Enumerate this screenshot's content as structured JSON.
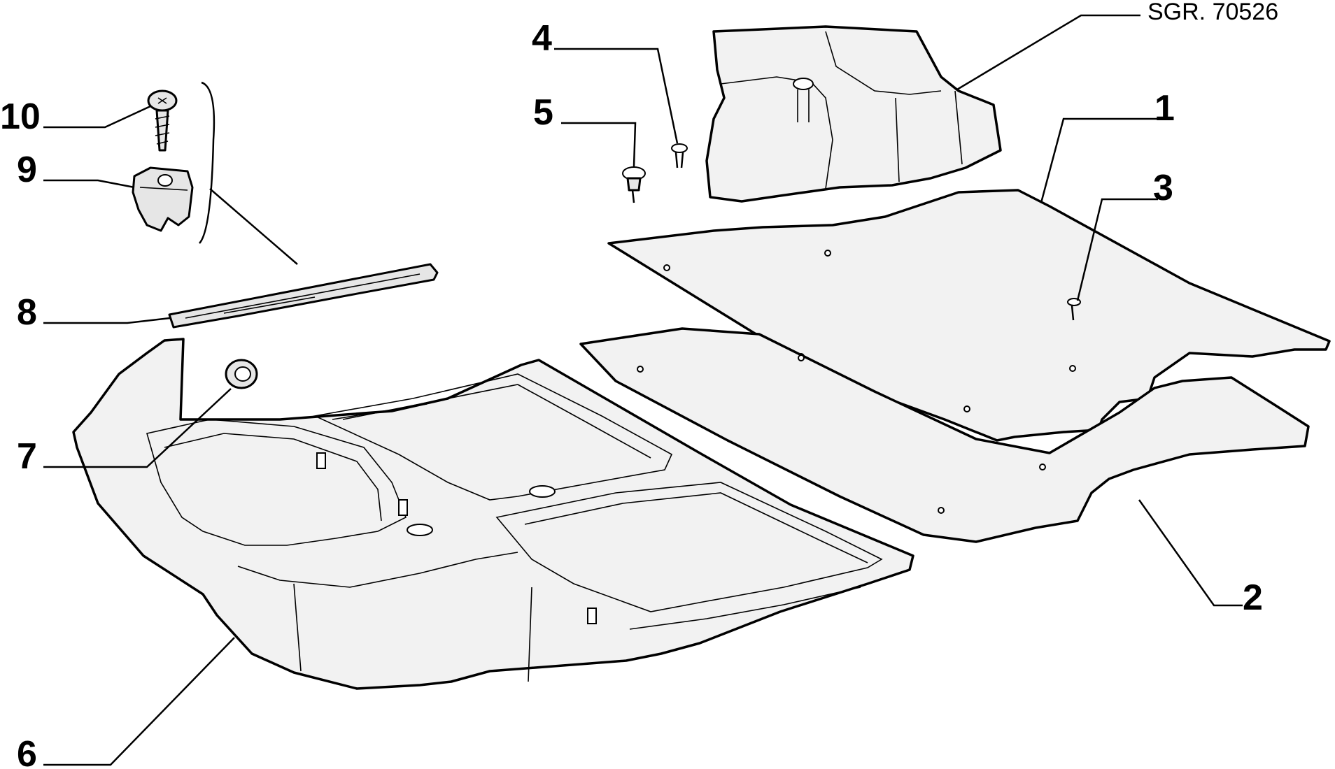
{
  "reference_code": "SGR. 70526",
  "callouts": [
    "1",
    "2",
    "3",
    "4",
    "5",
    "6",
    "7",
    "8",
    "9",
    "10"
  ]
}
